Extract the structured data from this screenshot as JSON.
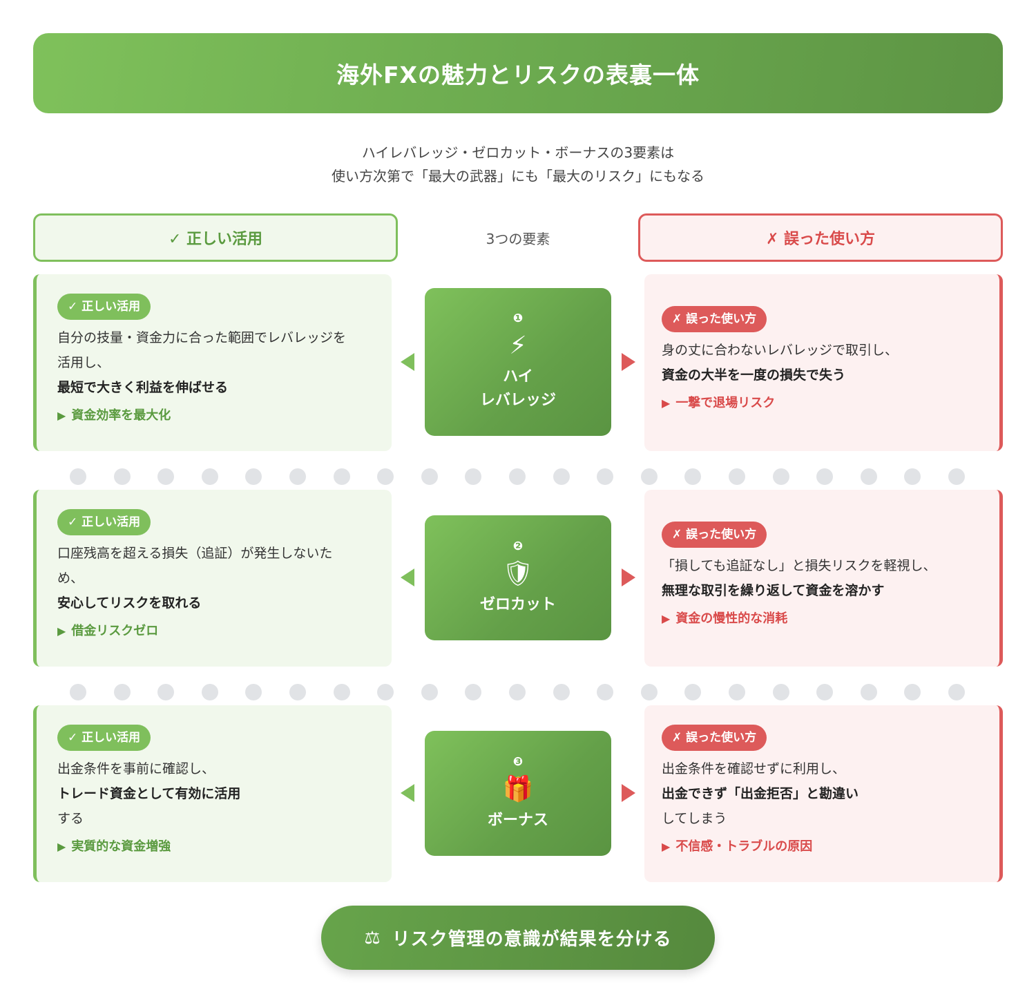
{
  "title": "海外FXの魅力とリスクの表裏一体",
  "subtitle": [
    "ハイレバレッジ・ゼロカット・ボーナスの3要素は",
    "使い方次第で「最大の武器」にも「最大のリスク」にもなる"
  ],
  "columns": {
    "good": "✓ 正しい活用",
    "middle": "3つの要素",
    "bad": "✗ 誤った使い方"
  },
  "rows": [
    {
      "good": {
        "badge": "✓ 正しい活用",
        "lines": [
          "自分の技量・資金力に合った範囲でレバレッジを",
          "活用し、"
        ],
        "strong": "最短で大きく利益を伸ばせる",
        "tail": "",
        "outcome": "資金効率を最大化"
      },
      "center": {
        "num": "❶",
        "icon": "⚡",
        "label_lines": [
          "ハイ",
          "レバレッジ"
        ]
      },
      "bad": {
        "badge": "✗ 誤った使い方",
        "lines": [
          "身の丈に合わないレバレッジで取引し、"
        ],
        "strong": "資金の大半を一度の損失で失う",
        "tail": "",
        "outcome": "一撃で退場リスク"
      }
    },
    {
      "good": {
        "badge": "✓ 正しい活用",
        "lines": [
          "口座残高を超える損失（追証）が発生しないた",
          "め、"
        ],
        "strong": "安心してリスクを取れる",
        "tail": "",
        "outcome": "借金リスクゼロ"
      },
      "center": {
        "num": "❷",
        "icon": "🛡",
        "label_lines": [
          "ゼロカット"
        ]
      },
      "bad": {
        "badge": "✗ 誤った使い方",
        "lines": [
          "「損しても追証なし」と損失リスクを軽視し、"
        ],
        "strong": "無理な取引を繰り返して資金を溶かす",
        "tail": "",
        "outcome": "資金の慢性的な消耗"
      }
    },
    {
      "good": {
        "badge": "✓ 正しい活用",
        "lines": [
          "出金条件を事前に確認し、"
        ],
        "strong": "トレード資金として有効に活用",
        "tail": "する",
        "outcome": "実質的な資金増強"
      },
      "center": {
        "num": "❸",
        "icon": "🎁",
        "label_lines": [
          "ボーナス"
        ]
      },
      "bad": {
        "badge": "✗ 誤った使い方",
        "lines": [
          "出金条件を確認せずに利用し、"
        ],
        "strong": "出金できず「出金拒否」と勘違い",
        "tail": "してしまう",
        "outcome": "不信感・トラブルの原因"
      }
    }
  ],
  "footer": {
    "icon": "⚖",
    "text": "リスク管理の意識が結果を分ける"
  },
  "colors": {
    "green": "#7fbf5c",
    "red": "#dd5a5a",
    "dark_green": "#5a9442"
  }
}
